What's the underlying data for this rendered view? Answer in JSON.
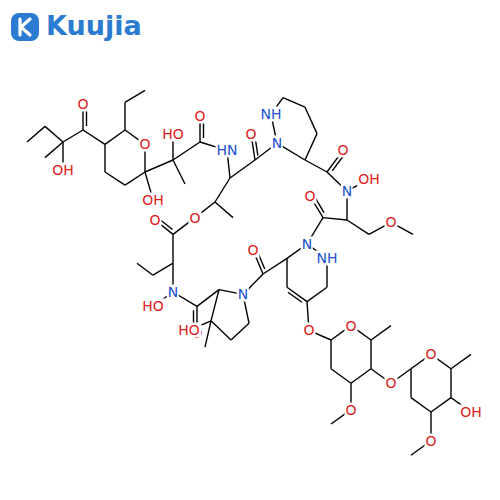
{
  "diagram": {
    "labels": [
      "Kuujia",
      "O",
      "OH",
      "O",
      "OH",
      "HO",
      "O",
      "HN",
      "NH",
      "N",
      "O",
      "O",
      "N",
      "OH",
      "O",
      "O",
      "N",
      "NH",
      "O",
      "O",
      "N",
      "HO",
      "O",
      "N",
      "O",
      "HO",
      "O",
      "O",
      "O",
      "O",
      "O",
      "OH",
      "O"
    ]
  }
}
